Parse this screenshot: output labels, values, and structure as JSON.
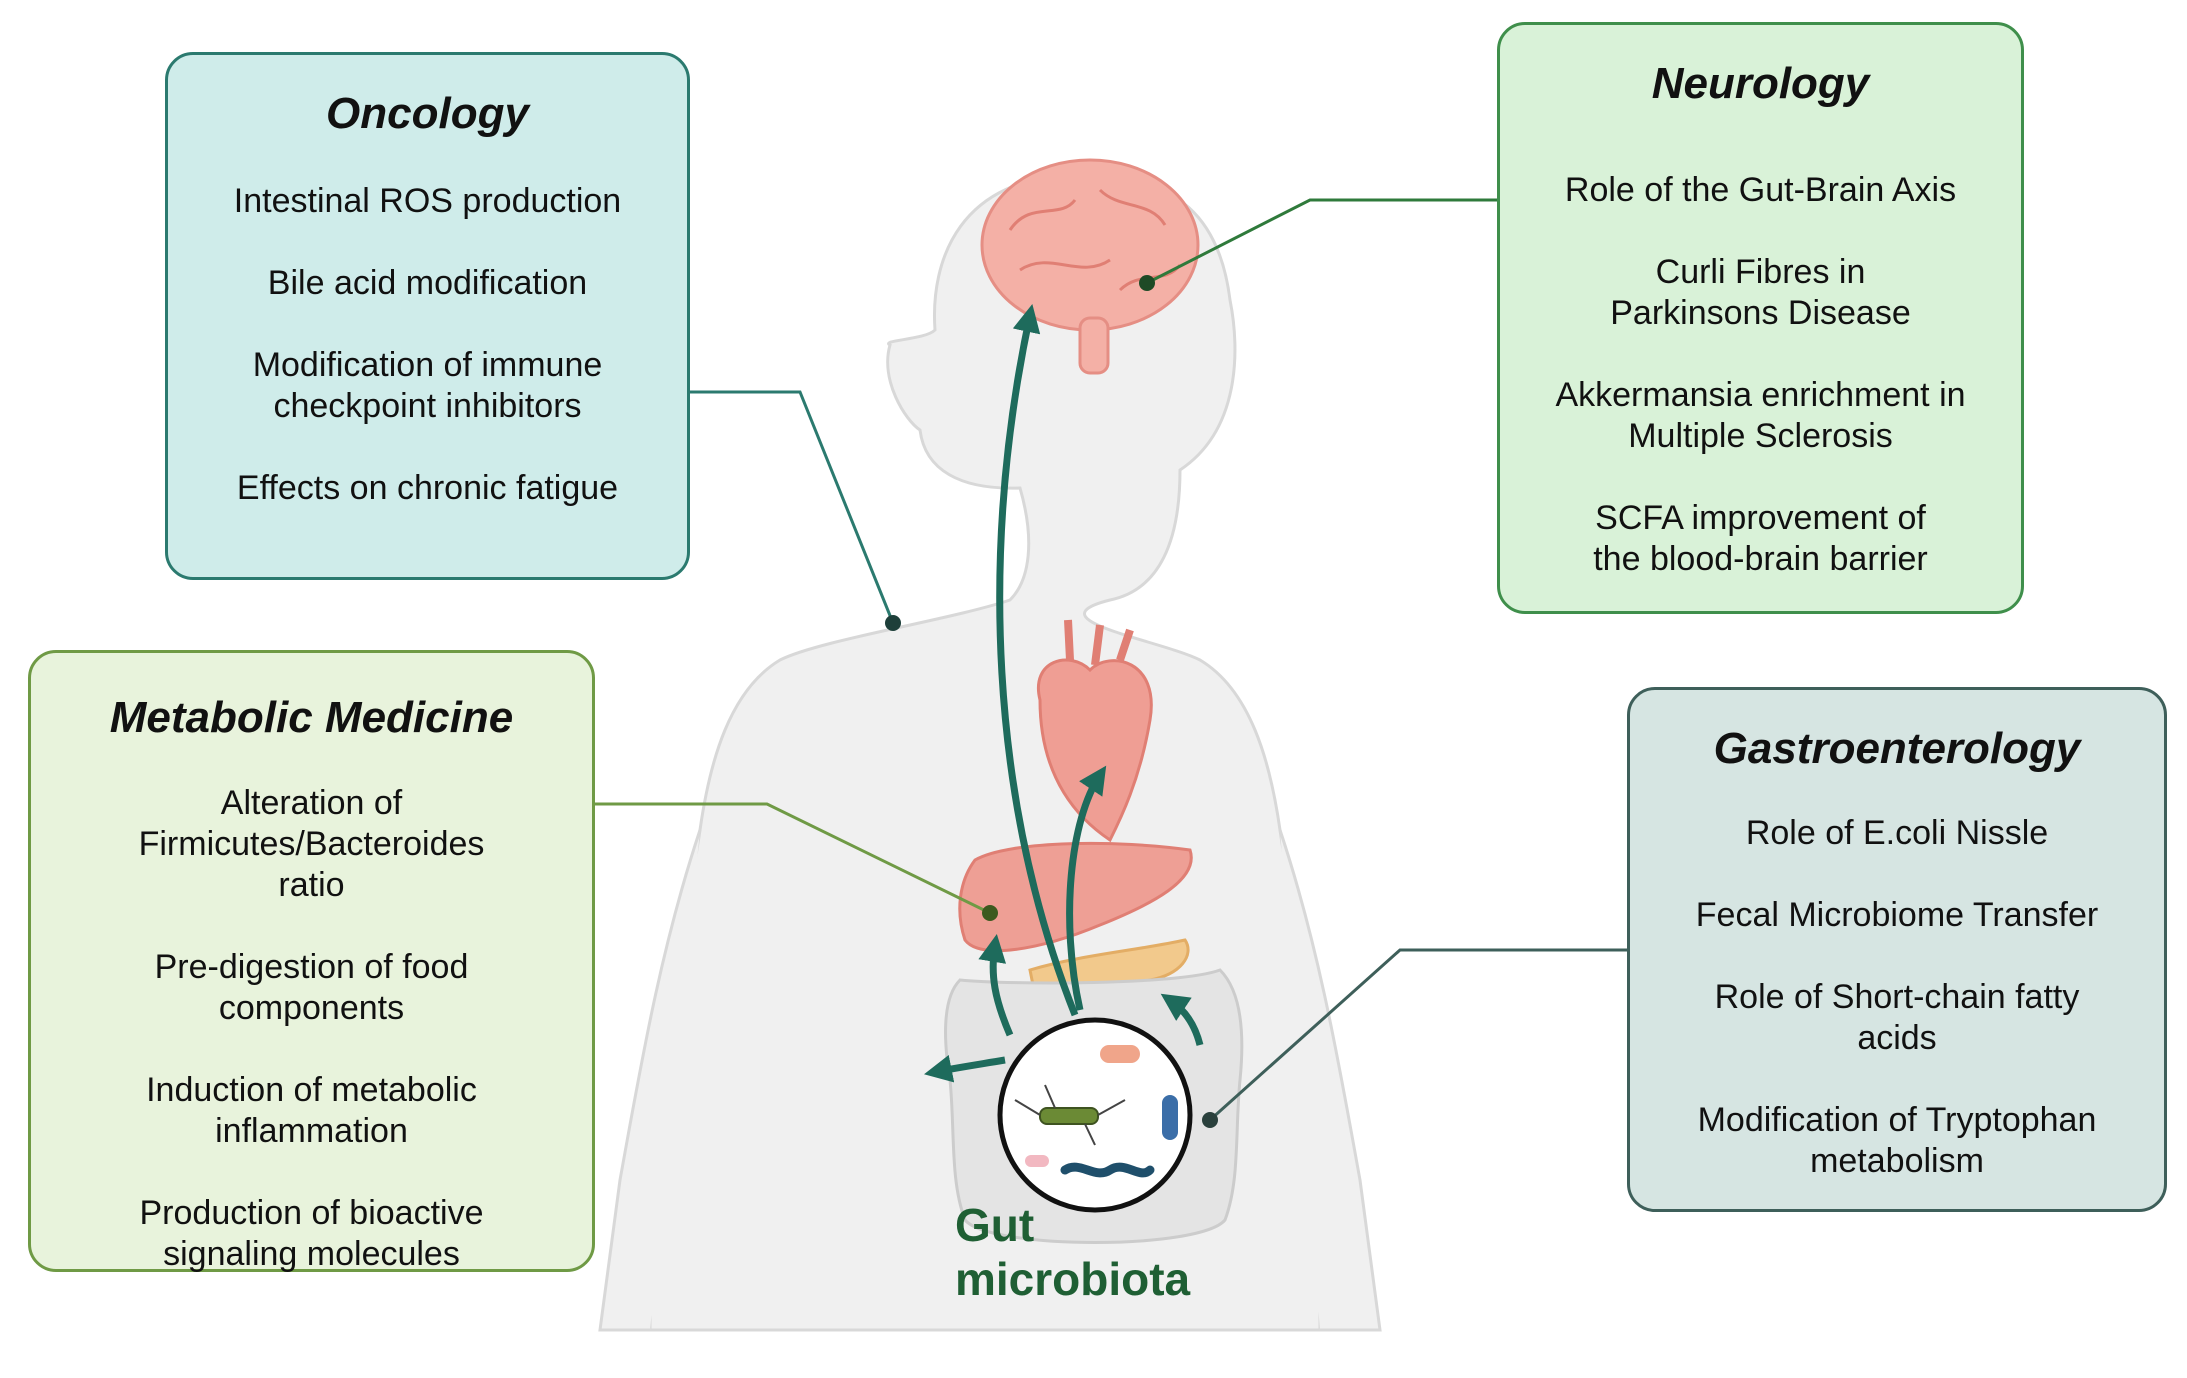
{
  "oncology": {
    "title": "Oncology",
    "items": [
      "Intestinal ROS production",
      "Bile acid modification",
      "Modification of immune checkpoint inhibitors",
      "Effects on chronic fatigue"
    ]
  },
  "neurology": {
    "title": "Neurology",
    "items": [
      "Role of the Gut-Brain Axis",
      "Curli Fibres in Parkinsons Disease",
      "Akkermansia enrichment in Multiple Sclerosis",
      "SCFA improvement of the blood-brain barrier"
    ]
  },
  "metabolic": {
    "title": "Metabolic Medicine",
    "items": [
      "Alteration of Firmicutes/Bacteroides ratio",
      "Pre-digestion of food components",
      "Induction of metabolic inflammation",
      "Production of bioactive signaling molecules"
    ]
  },
  "gastro": {
    "title": "Gastroenterology",
    "items": [
      "Role of E.coli Nissle",
      "Fecal Microbiome Transfer",
      "Role of Short-chain fatty acids",
      "Modification of Tryptophan metabolism"
    ]
  },
  "center": {
    "label_line1": "Gut",
    "label_line2": "microbiota"
  },
  "colors": {
    "arrow": "#1e6b5c",
    "body": "#f0f0f0",
    "organ": "#ee9f95"
  }
}
